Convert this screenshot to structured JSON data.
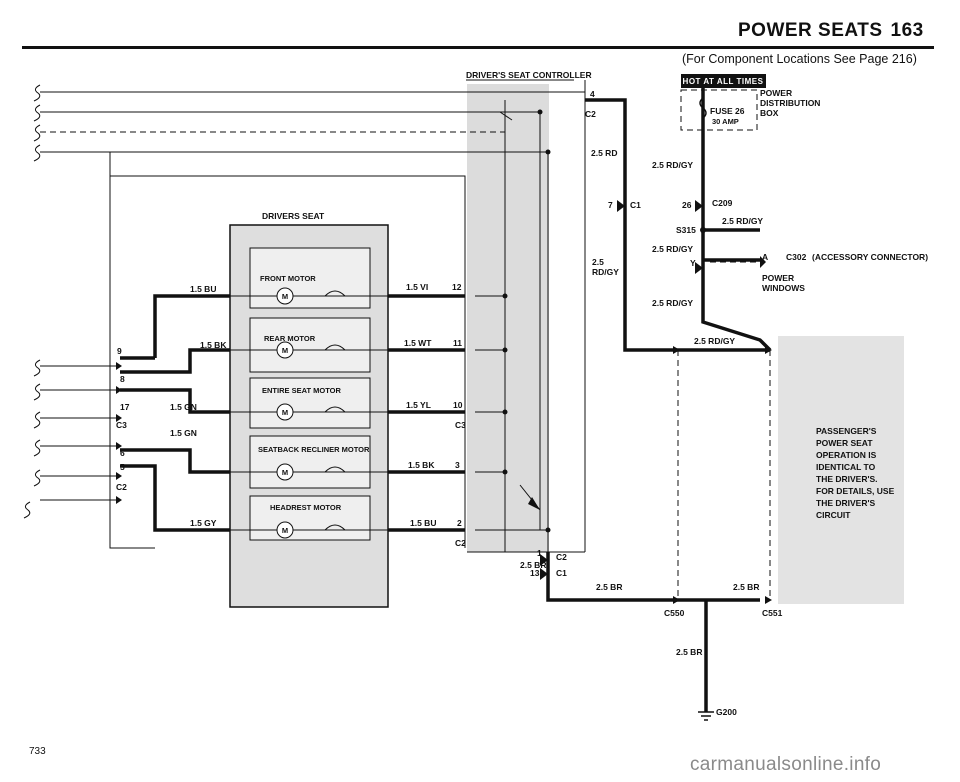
{
  "header": {
    "title": "POWER SEATS",
    "page_number": "163",
    "subtitle": "(For Component Locations See Page 216)"
  },
  "footer": {
    "page_code": "733",
    "watermark": "carmanualsonline.info"
  },
  "controller": {
    "title": "DRIVER'S SEAT CONTROLLER",
    "connector_top": "C2",
    "pin_top": "4",
    "pin_c1": "7",
    "conn_c1": "C1",
    "pins_bottom": [
      "1",
      "13"
    ],
    "conns_bottom": [
      "C2",
      "C1"
    ]
  },
  "seat": {
    "title": "DRIVERS SEAT",
    "motors": [
      "FRONT MOTOR",
      "REAR MOTOR",
      "ENTIRE SEAT MOTOR",
      "SEATBACK RECLINER MOTOR",
      "HEADREST MOTOR"
    ],
    "motor_symbol": "M"
  },
  "wires_right": [
    {
      "label": "1.5 VI",
      "pin": "12"
    },
    {
      "label": "1.5 WT",
      "pin": "11"
    },
    {
      "label": "1.5 YL",
      "pin": "10",
      "conn": "C3"
    },
    {
      "label": "1.5 BK",
      "pin": "3"
    },
    {
      "label": "1.5 BU",
      "pin": "2",
      "conn": "C2"
    }
  ],
  "wires_left": [
    {
      "label": "1.5 BU"
    },
    {
      "label": "1.5 BK",
      "pin": "9"
    },
    {
      "pin": "8"
    },
    {
      "label": "1.5 GN",
      "pin": "17",
      "conn": "C3"
    },
    {
      "label": "1.5 GN",
      "pin": "6"
    },
    {
      "pin": "5",
      "conn": "C2"
    },
    {
      "label": "1.5 GY"
    }
  ],
  "power": {
    "hot_badge": "HOT AT ALL TIMES",
    "fuse": "FUSE 26",
    "fuse_rating": "30 AMP",
    "box": [
      "POWER",
      "DISTRIBUTION",
      "BOX"
    ],
    "wire_main": "2.5 RD/GY",
    "wire_ctrl": "2.5 RD",
    "wire_ctrl_split": [
      "2.5",
      "RD/GY"
    ],
    "connector_c209": "C209",
    "pin_26": "26",
    "splice": "S315",
    "accessory_pin": "A",
    "accessory_conn": "C302",
    "accessory_desc": "(ACCESSORY CONNECTOR)",
    "y_label": "Y",
    "windows": [
      "POWER",
      "WINDOWS"
    ]
  },
  "ground": {
    "wire": "2.5 BR",
    "connectors": [
      "C550",
      "C551"
    ],
    "point": "G200"
  },
  "passenger_note": [
    "PASSENGER'S",
    "POWER SEAT",
    "OPERATION IS",
    "IDENTICAL TO",
    "THE DRIVER'S.",
    "FOR DETAILS, USE",
    "THE DRIVER'S",
    "CIRCUIT"
  ]
}
